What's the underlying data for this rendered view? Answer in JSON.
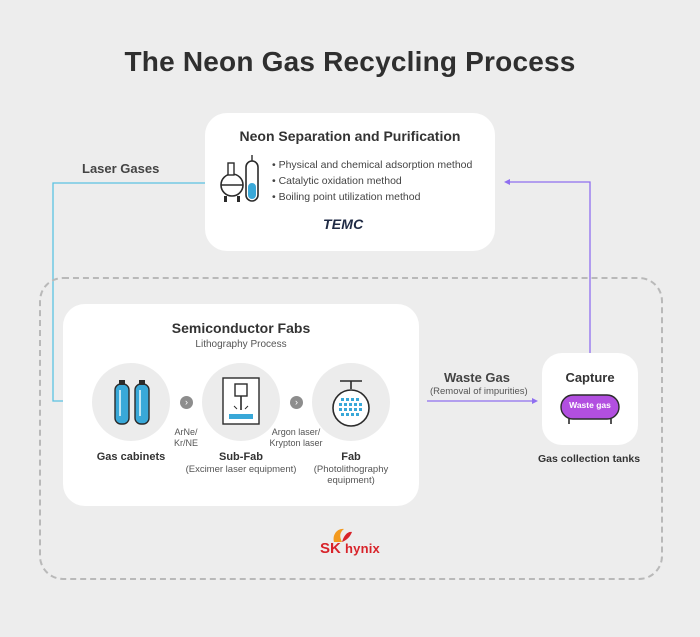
{
  "title": "The Neon Gas Recycling Process",
  "purification": {
    "title": "Neon Separation and Purification",
    "methods": [
      "• Physical and chemical adsorption method",
      "• Catalytic oxidation method",
      "• Boiling point utilization method"
    ],
    "logo": "TEMC"
  },
  "flows": {
    "laser_gases": "Laser Gases",
    "waste_gas": "Waste Gas",
    "waste_gas_note": "(Removal of impurities)"
  },
  "fabs": {
    "title": "Semiconductor Fabs",
    "subtitle": "Lithography Process",
    "steps": [
      {
        "label": "Gas cabinets",
        "sub": ""
      },
      {
        "label": "Sub-Fab",
        "sub": "(Excimer laser equipment)"
      },
      {
        "label": "Fab",
        "sub_line1": "(Photolithography",
        "sub_line2": "equipment)"
      }
    ],
    "gas_between_1": {
      "line1": "ArNe/",
      "line2": "Kr/NE"
    },
    "gas_between_2": {
      "line1": "Argon laser/",
      "line2": "Krypton laser"
    }
  },
  "capture": {
    "title": "Capture",
    "tank_text": "Waste gas",
    "caption": "Gas collection tanks"
  },
  "brand": {
    "sk": "SK",
    "hynix": "hynix"
  },
  "colors": {
    "laser_line": "#5bc3e2",
    "waste_line": "#8f6ff0",
    "tank": "#b24fe0",
    "cabinet": "#39a8d8"
  }
}
